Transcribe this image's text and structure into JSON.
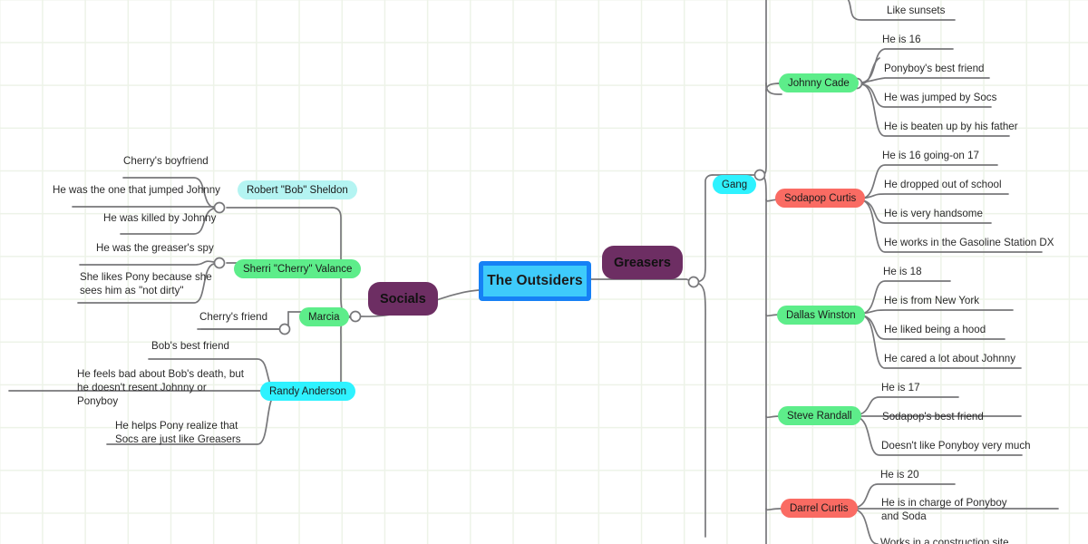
{
  "title": "The Outsiders",
  "colors": {
    "root_fill": "#3ecbfb",
    "root_border": "#1681f5",
    "branch_purple": "#6d2e63",
    "pill_cyan": "#2ef2ff",
    "pill_light_cyan": "#b4f4f2",
    "pill_green": "#5ded8a",
    "pill_red": "#fa6b63",
    "wire": "#77777a",
    "grid": "#edf3e8",
    "background": "#ffffff"
  },
  "root": {
    "label": "The Outsiders"
  },
  "branches": [
    {
      "id": "socials",
      "label": "Socials",
      "side": "left",
      "color": "#6d2e63",
      "children": [
        {
          "id": "bob-sheldon",
          "label": "Robert \"Bob\" Sheldon",
          "color": "#b4f4f2",
          "leaves": [
            "Cherry's boyfriend",
            "He was the one that jumped Johnny",
            "He was killed by Johnny"
          ]
        },
        {
          "id": "cherry-valance",
          "label": "Sherri \"Cherry\" Valance",
          "color": "#5ded8a",
          "leaves": [
            "He was the greaser's spy",
            "She likes Pony because she\nsees him as \"not dirty\""
          ]
        },
        {
          "id": "marcia",
          "label": "Marcia",
          "color": "#5ded8a",
          "leaves": [
            "Cherry's friend"
          ]
        },
        {
          "id": "randy-anderson",
          "label": "Randy Anderson",
          "color": "#2ef2ff",
          "leaves": [
            "Bob's best friend",
            "He feels bad about Bob's death, but\nhe doesn't resent Johnny or\nPonyboy",
            "He helps Pony realize that\nSocs are just like Greasers"
          ]
        }
      ]
    },
    {
      "id": "greasers",
      "label": "Greasers",
      "side": "right",
      "color": "#6d2e63",
      "children": [
        {
          "id": "gang",
          "label": "Gang",
          "color": "#2ef2ff",
          "leaves": []
        },
        {
          "id": "johnny-cade",
          "label": "Johnny Cade",
          "color": "#5ded8a",
          "leaves": [
            "He is 16",
            "Ponyboy's best friend",
            "He was jumped by Socs",
            "He is beaten up by his father"
          ]
        },
        {
          "id": "sodapop-curtis",
          "label": "Sodapop Curtis",
          "color": "#fa6b63",
          "leaves": [
            "He is 16 going-on 17",
            "He dropped out of school",
            "He is very handsome",
            "He works in the Gasoline Station DX"
          ]
        },
        {
          "id": "dallas-winston",
          "label": "Dallas Winston",
          "color": "#5ded8a",
          "leaves": [
            "He is 18",
            "He is from New York",
            "He liked being a hood",
            "He cared a lot about Johnny"
          ]
        },
        {
          "id": "steve-randall",
          "label": "Steve Randall",
          "color": "#5ded8a",
          "leaves": [
            "He is 17",
            "Sodapop's best friend",
            "Doesn't like Ponyboy very much"
          ]
        },
        {
          "id": "darrel-curtis",
          "label": "Darrel Curtis",
          "color": "#fa6b63",
          "leaves": [
            "He is 20",
            "He is in charge of Ponyboy\nand Soda",
            "Works in a construction site"
          ]
        }
      ]
    }
  ],
  "orphan_leaves": [
    "Like sunsets"
  ]
}
